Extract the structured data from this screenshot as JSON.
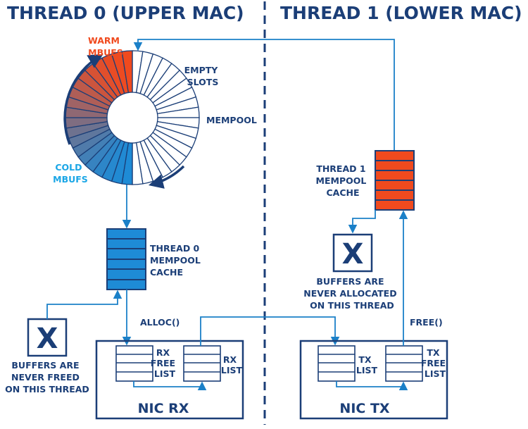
{
  "titles": {
    "thread0": "THREAD 0 (UPPER MAC)",
    "thread1": "THREAD 1 (LOWER MAC)"
  },
  "mempool": {
    "warm_label": [
      "WARM",
      "MBUFS"
    ],
    "empty_label": [
      "EMPTY",
      "SLOTS"
    ],
    "cold_label": [
      "COLD",
      "MBUFS"
    ],
    "name": "MEMPOOL"
  },
  "thread0_cache": [
    "THREAD 0",
    "MEMPOOL",
    "CACHE"
  ],
  "thread1_cache": [
    "THREAD 1",
    "MEMPOOL",
    "CACHE"
  ],
  "never_freed": [
    "BUFFERS ARE",
    "NEVER FREED",
    "ON THIS THREAD"
  ],
  "never_allocated": [
    "BUFFERS ARE",
    "NEVER ALLOCATED",
    "ON THIS THREAD"
  ],
  "x_mark": "X",
  "alloc_label": "ALLOC()",
  "free_label": "FREE()",
  "nic_rx": {
    "title": "NIC RX",
    "free_list": [
      "RX",
      "FREE",
      "LIST"
    ],
    "list": [
      "RX",
      "LIST"
    ]
  },
  "nic_tx": {
    "title": "NIC TX",
    "list": [
      "TX",
      "LIST"
    ],
    "free_list": [
      "TX",
      "FREE",
      "LIST"
    ]
  },
  "colors": {
    "navy": "#1b3e77",
    "warm": "#f04a1e",
    "cold": "#1e8bd6",
    "arrow": "#1b80c8"
  }
}
